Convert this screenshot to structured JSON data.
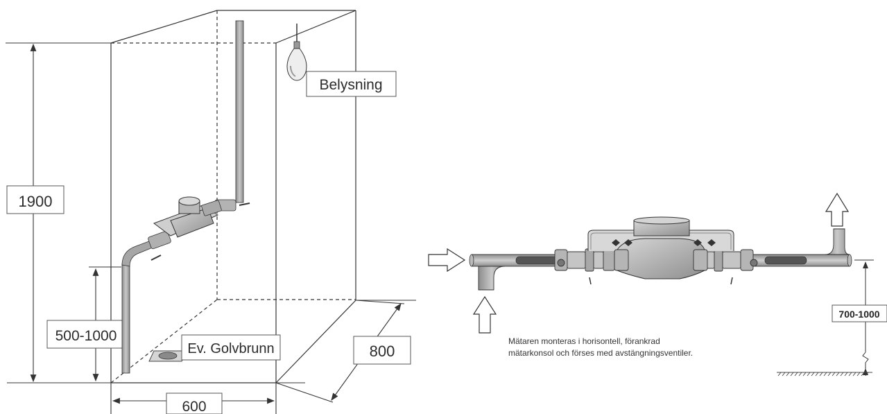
{
  "left_diagram": {
    "labels": {
      "height_total": "1900",
      "lighting": "Belysning",
      "meter_height_range": "500-1000",
      "floor_drain": "Ev. Golvbrunn",
      "depth": "800",
      "width": "600"
    }
  },
  "right_diagram": {
    "height_range": "700-1000",
    "note_line1": "Mätaren monteras i horisontell, förankrad",
    "note_line2": "mätarkonsol och förses med avstängningsventiler."
  },
  "colors": {
    "line": "#333333",
    "pipe_fill": "#a9a9a9",
    "meter_fill": "#bdbdbd"
  }
}
